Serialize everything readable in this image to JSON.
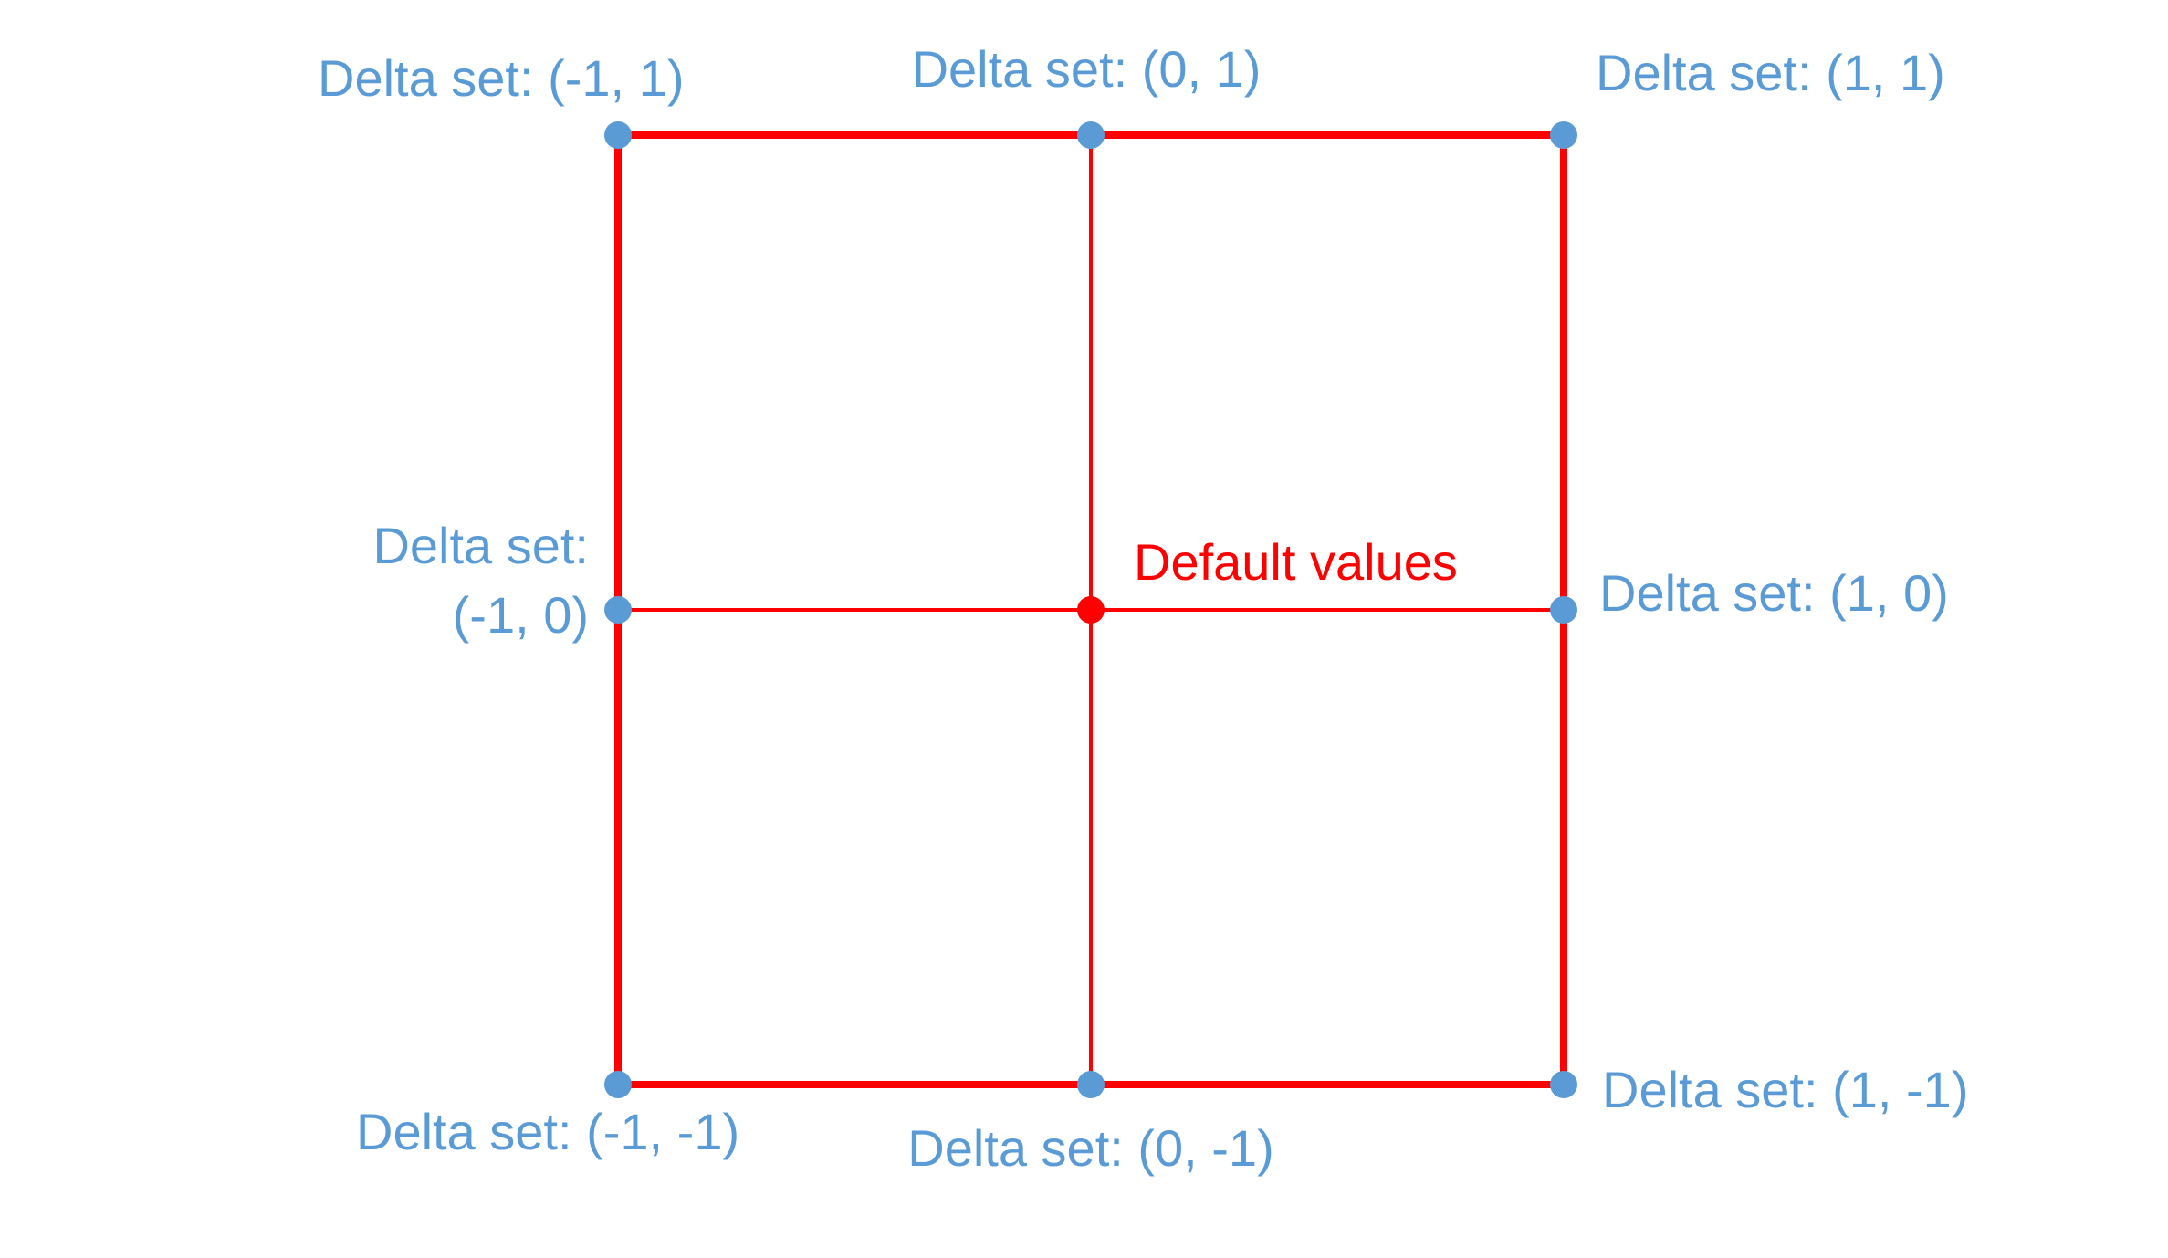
{
  "colors": {
    "line-red": "#FF0000",
    "node-blue": "#5B9BD5",
    "label-blue": "#5B9BD5",
    "center-red": "#FF0000",
    "background": "#FFFFFF"
  },
  "labels": {
    "top_left": "Delta set: (-1, 1)",
    "top_middle": "Delta set: (0, 1)",
    "top_right": "Delta set: (1, 1)",
    "middle_left_line1": "Delta set:",
    "middle_left_line2": "(-1, 0)",
    "middle_right": "Delta set: (1, 0)",
    "bottom_left": "Delta set: (-1, -1)",
    "bottom_middle": "Delta set: (0, -1)",
    "bottom_right": "Delta set: (1, -1)",
    "center": "Default values"
  },
  "nodes": [
    {
      "position": "top-left",
      "delta": [
        -1,
        1
      ]
    },
    {
      "position": "top-middle",
      "delta": [
        0,
        1
      ]
    },
    {
      "position": "top-right",
      "delta": [
        1,
        1
      ]
    },
    {
      "position": "middle-left",
      "delta": [
        -1,
        0
      ]
    },
    {
      "position": "center",
      "label": "Default values"
    },
    {
      "position": "middle-right",
      "delta": [
        1,
        0
      ]
    },
    {
      "position": "bottom-left",
      "delta": [
        -1,
        -1
      ]
    },
    {
      "position": "bottom-middle",
      "delta": [
        0,
        -1
      ]
    },
    {
      "position": "bottom-right",
      "delta": [
        1,
        -1
      ]
    }
  ]
}
